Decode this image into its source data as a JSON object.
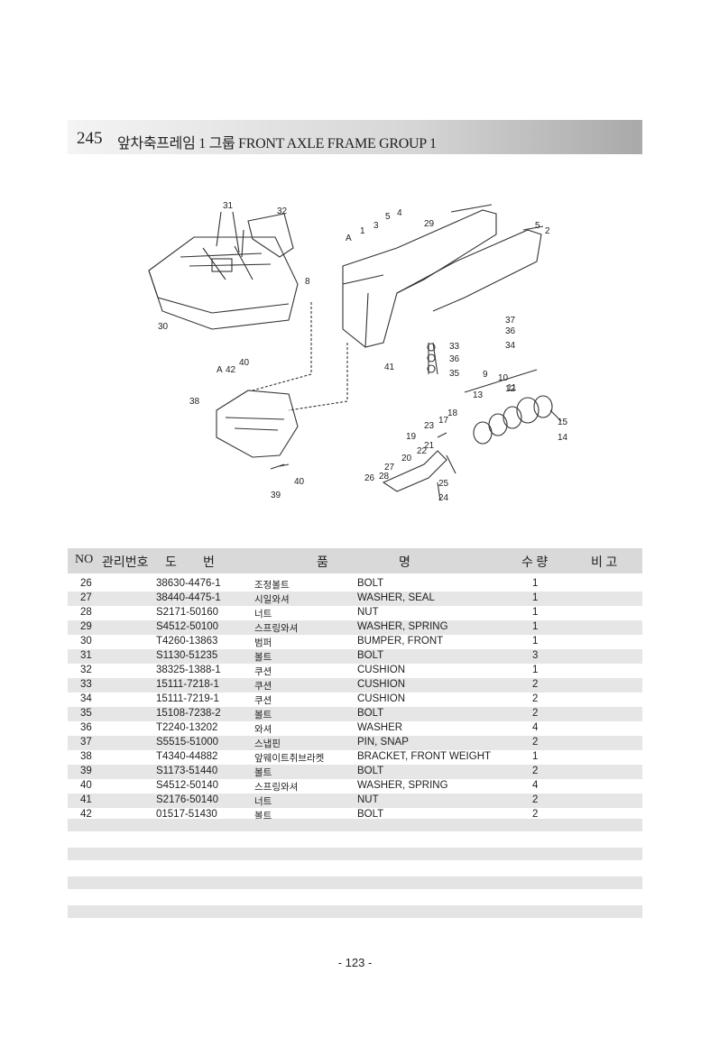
{
  "header": {
    "number": "245",
    "title": "앞차축프레임 1 그룹 FRONT AXLE FRAME GROUP 1"
  },
  "diagram": {
    "callouts": [
      "31",
      "32",
      "30",
      "8",
      "1",
      "3",
      "5",
      "4",
      "29",
      "A",
      "5",
      "2",
      "37",
      "36",
      "34",
      "33",
      "36",
      "35",
      "41",
      "A",
      "42",
      "40",
      "38",
      "40",
      "39",
      "9",
      "10",
      "11",
      "13",
      "12",
      "15",
      "14",
      "18",
      "17",
      "23",
      "19",
      "22",
      "21",
      "20",
      "27",
      "28",
      "26",
      "25",
      "24"
    ]
  },
  "table": {
    "headers": {
      "no": "NO",
      "mgmt": "관리번호",
      "drawing_1": "도",
      "drawing_2": "번",
      "name_1": "품",
      "name_2": "명",
      "qty": "수 량",
      "remarks": "비 고"
    },
    "rows": [
      {
        "no": "26",
        "code": "38630-4476-1",
        "kr": "조정볼트",
        "en": "BOLT",
        "qty": "1"
      },
      {
        "no": "27",
        "code": "38440-4475-1",
        "kr": "시일와셔",
        "en": "WASHER, SEAL",
        "qty": "1"
      },
      {
        "no": "28",
        "code": "S2171-50160",
        "kr": "너트",
        "en": "NUT",
        "qty": "1"
      },
      {
        "no": "29",
        "code": "S4512-50100",
        "kr": "스프링와셔",
        "en": "WASHER, SPRING",
        "qty": "1"
      },
      {
        "no": "30",
        "code": "T4260-13863",
        "kr": "범퍼",
        "en": "BUMPER, FRONT",
        "qty": "1"
      },
      {
        "no": "31",
        "code": "S1130-51235",
        "kr": "볼트",
        "en": "BOLT",
        "qty": "3"
      },
      {
        "no": "32",
        "code": "38325-1388-1",
        "kr": "쿠션",
        "en": "CUSHION",
        "qty": "1"
      },
      {
        "no": "33",
        "code": "15111-7218-1",
        "kr": "쿠션",
        "en": "CUSHION",
        "qty": "2"
      },
      {
        "no": "34",
        "code": "15111-7219-1",
        "kr": "쿠션",
        "en": "CUSHION",
        "qty": "2"
      },
      {
        "no": "35",
        "code": "15108-7238-2",
        "kr": "볼트",
        "en": "BOLT",
        "qty": "2"
      },
      {
        "no": "36",
        "code": "T2240-13202",
        "kr": "와셔",
        "en": "WASHER",
        "qty": "4"
      },
      {
        "no": "37",
        "code": "S5515-51000",
        "kr": "스냅핀",
        "en": "PIN, SNAP",
        "qty": "2"
      },
      {
        "no": "38",
        "code": "T4340-44882",
        "kr": "앞웨이트취브라켓",
        "en": "BRACKET, FRONT WEIGHT",
        "qty": "1"
      },
      {
        "no": "39",
        "code": "S1173-51440",
        "kr": "볼트",
        "en": "BOLT",
        "qty": "2"
      },
      {
        "no": "40",
        "code": "S4512-50140",
        "kr": "스프링와셔",
        "en": "WASHER, SPRING",
        "qty": "4"
      },
      {
        "no": "41",
        "code": "S2176-50140",
        "kr": "너트",
        "en": "NUT",
        "qty": "2"
      },
      {
        "no": "42",
        "code": "01517-51430",
        "kr": "볼트",
        "en": "BOLT",
        "qty": "2"
      }
    ]
  },
  "footer": {
    "page": "- 123 -"
  }
}
